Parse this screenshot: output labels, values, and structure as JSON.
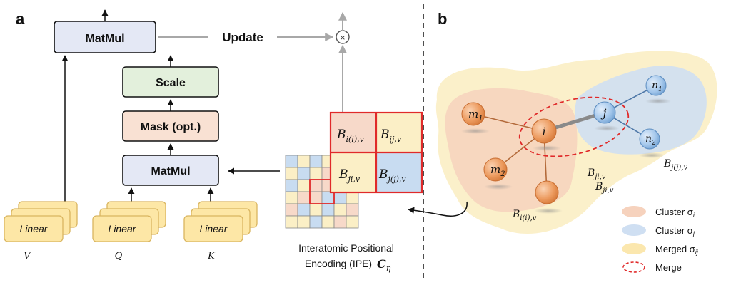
{
  "panel_a": {
    "label": "a",
    "matmul_top": "MatMul",
    "update": "Update",
    "otimes": "⊗",
    "scale": "Scale",
    "mask": "Mask (opt.)",
    "matmul_bottom": "MatMul",
    "linear_v": "Linear",
    "linear_q": "Linear",
    "linear_k": "Linear",
    "var_v": "V",
    "var_q": "Q",
    "var_k": "K",
    "block_tl": "B",
    "block_tl_sub": "i(i),v",
    "block_tr": "B",
    "block_tr_sub": "ij,v",
    "block_bl": "B",
    "block_bl_sub": "ji,v",
    "block_br": "B",
    "block_br_sub": "j(j),v",
    "ipe_line1": "Interatomic Positional",
    "ipe_line2": "Encoding (IPE)",
    "ipe_symbol": "C",
    "ipe_symbol_sub": "η"
  },
  "panel_b": {
    "label": "b",
    "node_m1": "m",
    "node_m1_sub": "1",
    "node_m2": "m",
    "node_m2_sub": "2",
    "node_i": "i",
    "node_j": "j",
    "node_n1": "n",
    "node_n1_sub": "1",
    "node_n2": "n",
    "node_n2_sub": "2",
    "b_ii": "B",
    "b_ii_sub": "i(i),v",
    "b_ji1": "B",
    "b_ji1_sub": "ji,v",
    "b_ji2": "B",
    "b_ji2_sub": "ji,v",
    "b_jj": "B",
    "b_jj_sub": "j(j),v",
    "legend": {
      "cluster_i": "Cluster σ",
      "cluster_i_sub": "i",
      "cluster_j": "Cluster σ",
      "cluster_j_sub": "j",
      "merged": "Merged σ",
      "merged_sub": "ij",
      "merge": "Merge"
    }
  },
  "colors": {
    "matmul_fill": "#e4e8f5",
    "scale_fill": "#e3f0dc",
    "mask_fill": "#f9e1d3",
    "linear_fill": "#fde7a6",
    "linear_stroke": "#e6c36a",
    "red": "#e02a2a",
    "orange_node": "#e9955a",
    "blue_node": "#9cc2e8",
    "cluster_i": "#f6d2bd",
    "cluster_j": "#cfdff2",
    "merged": "#fbeec4"
  }
}
